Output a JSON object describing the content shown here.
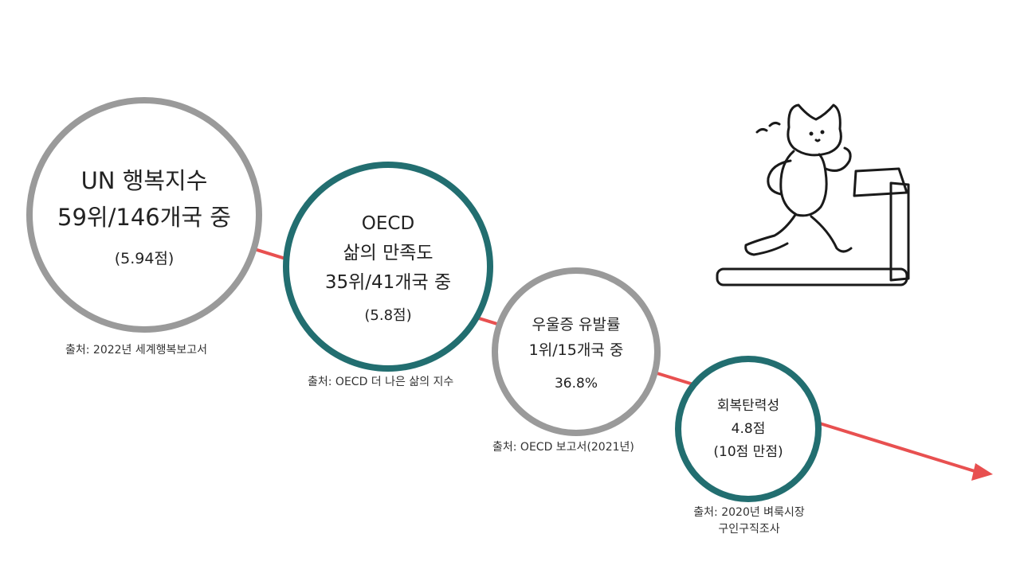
{
  "circles": [
    {
      "lines": [
        "UN 행복지수",
        "59위/146개국 중"
      ],
      "detail": "(5.94점)",
      "source": "출처: 2022년 세계행복보고서"
    },
    {
      "lines": [
        "OECD",
        "삶의 만족도",
        "35위/41개국 중"
      ],
      "detail": "(5.8점)",
      "source": "출처: OECD 더 나은 삶의 지수"
    },
    {
      "lines": [
        "우울증 유발률",
        "1위/15개국 중"
      ],
      "detail": "36.8%",
      "source": "출처: OECD 보고서(2021년)"
    },
    {
      "lines": [
        "회복탄력성",
        "4.8점",
        "(10점 만점)"
      ],
      "source_lines": [
        "출처: 2020년 벼룩시장",
        "구인구직조사"
      ]
    }
  ],
  "colors": {
    "gray_ring": "#9a9a9a",
    "teal_ring": "#226e70",
    "arrow": "#e85050"
  },
  "illustration": "cat-running-on-treadmill-icon"
}
